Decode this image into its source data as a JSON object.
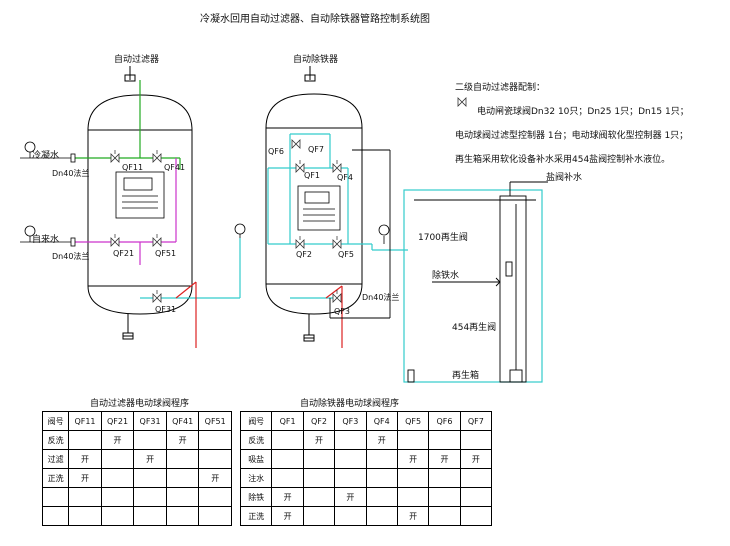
{
  "title": "冷凝水回用自动过滤器、自动除铁器管路控制系统图",
  "filter_label": "自动过滤器",
  "iron_label": "自动除铁器",
  "notes": {
    "line1": "二级自动过滤器配制：",
    "line2": "电动闸瓷球阀Dn32  10只；Dn25 1只；Dn15 1只；",
    "line3": "电动球阀过滤型控制器  1台；电动球阀软化型控制器 1只；",
    "line4": "再生箱采用软化设备补水采用454盐阀控制补水液位。"
  },
  "pipes": {
    "condensate": "冷凝水",
    "tap": "自来水",
    "dn40a": "Dn40法兰",
    "dn40b": "Dn40法兰",
    "dn40c": "Dn40法兰",
    "salt_refill": "盐阀补水",
    "regen_1700": "1700再生阀",
    "iron_water": "除铁水",
    "regen_454": "454再生阀",
    "regen_tank": "再生箱"
  },
  "valves": {
    "qf11": "QF11",
    "qf41": "QF41",
    "qf21": "QF21",
    "qf51": "QF51",
    "qf31": "QF31",
    "qf6": "QF6",
    "qf7": "QF7",
    "qf1": "QF1",
    "qf4": "QF4",
    "qf2": "QF2",
    "qf5": "QF5",
    "qf3": "QF3"
  },
  "filter_table": {
    "title": "自动过滤器电动球阀程序",
    "headers": [
      "阀号",
      "QF11",
      "QF21",
      "QF31",
      "QF41",
      "QF51"
    ],
    "rows": [
      [
        "反洗",
        "",
        "开",
        "",
        "开",
        ""
      ],
      [
        "过滤",
        "开",
        "",
        "开",
        "",
        ""
      ],
      [
        "正洗",
        "开",
        "",
        "",
        "",
        "开"
      ],
      [
        "",
        "",
        "",
        "",
        "",
        ""
      ],
      [
        "",
        "",
        "",
        "",
        "",
        ""
      ]
    ]
  },
  "iron_table": {
    "title": "自动除铁器电动球阀程序",
    "headers": [
      "阀号",
      "QF1",
      "QF2",
      "QF3",
      "QF4",
      "QF5",
      "QF6",
      "QF7"
    ],
    "rows": [
      [
        "反洗",
        "",
        "开",
        "",
        "开",
        "",
        "",
        ""
      ],
      [
        "吸盐",
        "",
        "",
        "",
        "",
        "开",
        "开",
        "开"
      ],
      [
        "注水",
        "",
        "",
        "",
        "",
        "",
        "",
        ""
      ],
      [
        "除铁",
        "开",
        "",
        "开",
        "",
        "",
        "",
        ""
      ],
      [
        "正洗",
        "开",
        "",
        "",
        "",
        "开",
        "",
        ""
      ]
    ]
  },
  "colors": {
    "green": "#22aa22",
    "magenta": "#cc33cc",
    "cyan": "#33cccc",
    "red": "#dd2222",
    "blue": "#3366cc"
  }
}
